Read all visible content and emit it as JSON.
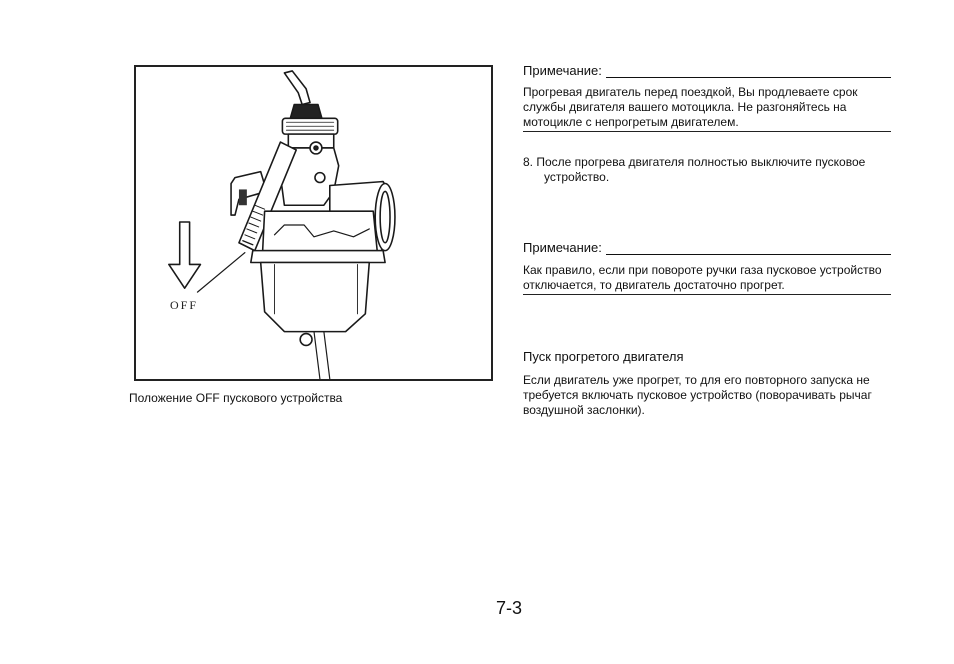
{
  "figure": {
    "off_label": "OFF",
    "caption": "Положение OFF пускового устройства"
  },
  "note1": {
    "title": "Примечание:",
    "text": "Прогревая двигатель перед поездкой, Вы продлеваете срок службы двигателя вашего мотоцикла. Не разгоняйтесь на мотоцикле с непрогретым двигателем."
  },
  "step8": {
    "line1": "8. После прогрева двигателя полностью выключите пусковое",
    "line2": "устройство."
  },
  "note2": {
    "title": "Примечание:",
    "text": "Как правило, если при повороте ручки газа пусковое устройство отключается, то двигатель достаточно прогрет."
  },
  "warm_start": {
    "title": "Пуск прогретого двигателя",
    "text": "Если двигатель уже прогрет, то для его повторного запуска не требуется включать пусковое устройство (поворачивать рычаг воздушной заслонки)."
  },
  "page_number": "7-3"
}
